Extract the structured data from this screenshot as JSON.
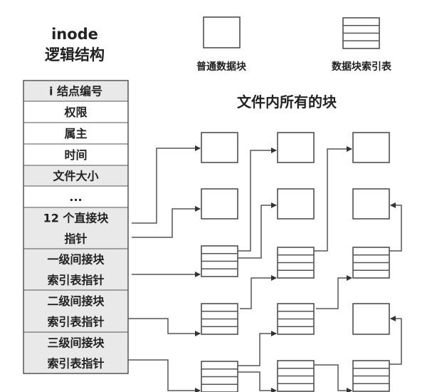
{
  "header": {
    "title_line1": "inode",
    "title_line2": "逻辑结构"
  },
  "legend": {
    "data_block_label": "普通数据块",
    "index_table_label": "数据块索引表"
  },
  "blocks_title": "文件内所有的块",
  "inode_fields": [
    {
      "lines": [
        "i 结点编号"
      ],
      "shaded": true
    },
    {
      "lines": [
        "权限"
      ],
      "shaded": false
    },
    {
      "lines": [
        "属主"
      ],
      "shaded": false
    },
    {
      "lines": [
        "时间"
      ],
      "shaded": false
    },
    {
      "lines": [
        "文件大小"
      ],
      "shaded": true
    },
    {
      "lines": [
        "..."
      ],
      "shaded": false
    },
    {
      "lines": [
        "12 个直接块",
        "指针"
      ],
      "shaded": true
    },
    {
      "lines": [
        "一级间接块",
        "索引表指针"
      ],
      "shaded": true
    },
    {
      "lines": [
        "二级间接块",
        "索引表指针"
      ],
      "shaded": true
    },
    {
      "lines": [
        "三级间接块",
        "索引表指针"
      ],
      "shaded": true
    }
  ],
  "colors": {
    "shaded_cell": "#e9e9e9",
    "line": "#555555"
  }
}
